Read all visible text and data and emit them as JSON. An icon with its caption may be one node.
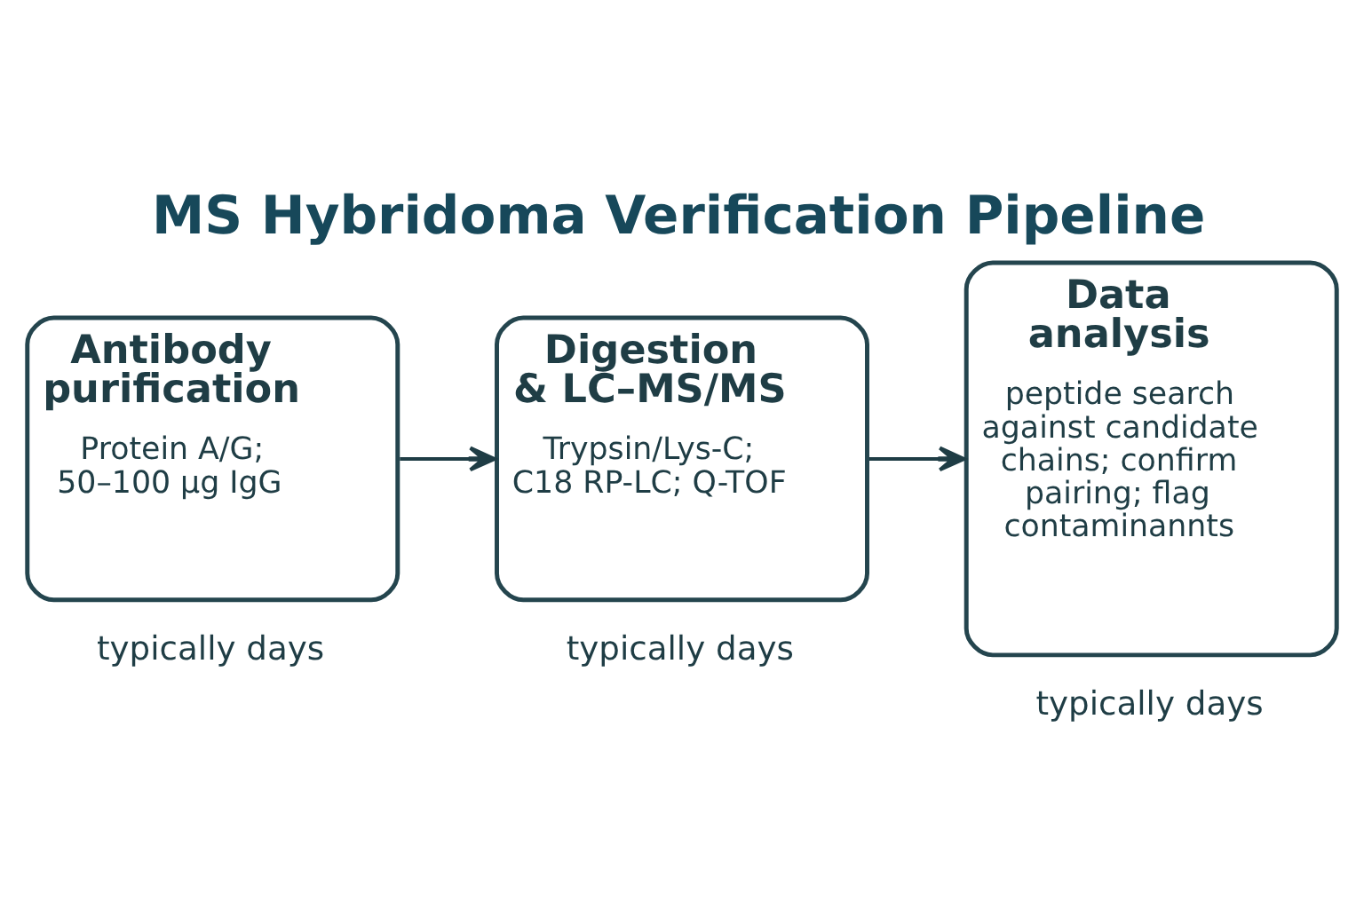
{
  "diagram": {
    "title": "MS Hybridoma Verification Pipeline",
    "nodes": [
      {
        "text": [
          "Antibody purification",
          "Protein A/G; 50–100 µg IgG"
        ],
        "beside": [
          "typically days"
        ]
      },
      {
        "text": [
          "Digestion & LC–MS/MS",
          "Trypsin/Lys-C; C18 RP-LC; Q-TOF"
        ],
        "beside": [
          "typically days"
        ]
      },
      {
        "text": [
          "Data analysis",
          "peptide search against candidate chains; confirm pairing; flag contaminannts"
        ],
        "beside": [
          "typically days"
        ]
      }
    ],
    "edges": [
      {
        "from": 0,
        "to": 1,
        "arrow": "to"
      },
      {
        "from": 1,
        "to": 2,
        "arrow": "to"
      }
    ]
  }
}
